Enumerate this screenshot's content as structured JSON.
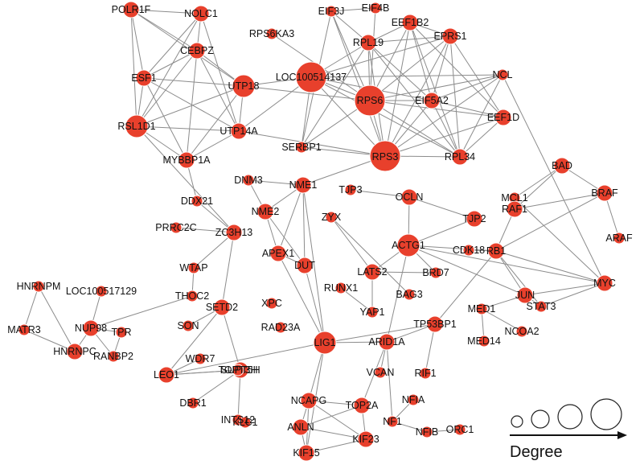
{
  "legend": {
    "label": "Degree"
  },
  "nodes": [
    {
      "id": "POLR1F",
      "label": "POLR1F",
      "deg": 2
    },
    {
      "id": "NOLC1",
      "label": "NOLC1",
      "deg": 2
    },
    {
      "id": "CEBPZ",
      "label": "CEBPZ",
      "deg": 2
    },
    {
      "id": "ESF1",
      "label": "ESF1",
      "deg": 2
    },
    {
      "id": "UTP18",
      "label": "UTP18",
      "deg": 3
    },
    {
      "id": "RSL1D1",
      "label": "RSL1D1",
      "deg": 3
    },
    {
      "id": "UTP14A",
      "label": "UTP14A",
      "deg": 2
    },
    {
      "id": "MYBBP1A",
      "label": "MYBBP1A",
      "deg": 2
    },
    {
      "id": "RPS6KA3",
      "label": "RPS6KA3",
      "deg": 1
    },
    {
      "id": "LOC100514137",
      "label": "LOC100514137",
      "deg": 4
    },
    {
      "id": "EIF3J",
      "label": "EIF3J",
      "deg": 1
    },
    {
      "id": "EIF4B",
      "label": "EIF4B",
      "deg": 1
    },
    {
      "id": "EEF1B2",
      "label": "EEF1B2",
      "deg": 2
    },
    {
      "id": "EPRS1",
      "label": "EPRS1",
      "deg": 2
    },
    {
      "id": "RPL19",
      "label": "RPL19",
      "deg": 2
    },
    {
      "id": "RPS6",
      "label": "RPS6",
      "deg": 4
    },
    {
      "id": "EIF5A2",
      "label": "EIF5A2",
      "deg": 2
    },
    {
      "id": "NCL",
      "label": "NCL",
      "deg": 1
    },
    {
      "id": "EEF1D",
      "label": "EEF1D",
      "deg": 2
    },
    {
      "id": "SERBP1",
      "label": "SERBP1",
      "deg": 1
    },
    {
      "id": "RPS3",
      "label": "RPS3",
      "deg": 4
    },
    {
      "id": "RPL34",
      "label": "RPL34",
      "deg": 2
    },
    {
      "id": "DNM3",
      "label": "DNM3",
      "deg": 1
    },
    {
      "id": "NME1",
      "label": "NME1",
      "deg": 2
    },
    {
      "id": "DDX21",
      "label": "DDX21",
      "deg": 1
    },
    {
      "id": "NME2",
      "label": "NME2",
      "deg": 2
    },
    {
      "id": "TJP3",
      "label": "TJP3",
      "deg": 1
    },
    {
      "id": "OCLN",
      "label": "OCLN",
      "deg": 2
    },
    {
      "id": "TJP2",
      "label": "TJP2",
      "deg": 2
    },
    {
      "id": "MCL1",
      "label": "MCL1",
      "deg": 1
    },
    {
      "id": "BAD",
      "label": "BAD",
      "deg": 2
    },
    {
      "id": "BRAF",
      "label": "BRAF",
      "deg": 2
    },
    {
      "id": "RAF1",
      "label": "RAF1",
      "deg": 2
    },
    {
      "id": "ARAF",
      "label": "ARAF",
      "deg": 1
    },
    {
      "id": "PRRC2C",
      "label": "PRRC2C",
      "deg": 1
    },
    {
      "id": "ZC3H13",
      "label": "ZC3H13",
      "deg": 2
    },
    {
      "id": "ZYX",
      "label": "ZYX",
      "deg": 1
    },
    {
      "id": "ACTG1",
      "label": "ACTG1",
      "deg": 3
    },
    {
      "id": "CDK18",
      "label": "CDK18",
      "deg": 1
    },
    {
      "id": "RB1",
      "label": "RB1",
      "deg": 2
    },
    {
      "id": "APEX1",
      "label": "APEX1",
      "deg": 2
    },
    {
      "id": "DUT",
      "label": "DUT",
      "deg": 2
    },
    {
      "id": "LATS2",
      "label": "LATS2",
      "deg": 2
    },
    {
      "id": "BRD7",
      "label": "BRD7",
      "deg": 1
    },
    {
      "id": "WTAP",
      "label": "WTAP",
      "deg": 1
    },
    {
      "id": "HNRNPM",
      "label": "HNRNPM",
      "deg": 1
    },
    {
      "id": "LOC100517129",
      "label": "LOC100517129",
      "deg": 1
    },
    {
      "id": "THOC2",
      "label": "THOC2",
      "deg": 1
    },
    {
      "id": "RUNX1",
      "label": "RUNX1",
      "deg": 1
    },
    {
      "id": "BAG3",
      "label": "BAG3",
      "deg": 1
    },
    {
      "id": "JUN",
      "label": "JUN",
      "deg": 2
    },
    {
      "id": "MYC",
      "label": "MYC",
      "deg": 2
    },
    {
      "id": "MATR3",
      "label": "MATR3",
      "deg": 1
    },
    {
      "id": "NUP98",
      "label": "NUP98",
      "deg": 2
    },
    {
      "id": "TPR",
      "label": "TPR",
      "deg": 1
    },
    {
      "id": "SETD2",
      "label": "SETD2",
      "deg": 2
    },
    {
      "id": "XPC",
      "label": "XPC",
      "deg": 1
    },
    {
      "id": "YAP1",
      "label": "YAP1",
      "deg": 1
    },
    {
      "id": "MED1",
      "label": "MED1",
      "deg": 1
    },
    {
      "id": "STAT3",
      "label": "STAT3",
      "deg": 1
    },
    {
      "id": "HNRNPC",
      "label": "HNRNPC",
      "deg": 2
    },
    {
      "id": "RANBP2",
      "label": "RANBP2",
      "deg": 1
    },
    {
      "id": "SON",
      "label": "SON",
      "deg": 1
    },
    {
      "id": "RAD23A",
      "label": "RAD23A",
      "deg": 1
    },
    {
      "id": "TP53BP1",
      "label": "TP53BP1",
      "deg": 2
    },
    {
      "id": "NCOA2",
      "label": "NCOA2",
      "deg": 1
    },
    {
      "id": "MED14",
      "label": "MED14",
      "deg": 1
    },
    {
      "id": "LIG1",
      "label": "LIG1",
      "deg": 3
    },
    {
      "id": "ARID1A",
      "label": "ARID1A",
      "deg": 2
    },
    {
      "id": "WDR7",
      "label": "WDR7",
      "deg": 1
    },
    {
      "id": "SUPT5H",
      "label": "SUPT5H",
      "deg": 2
    },
    {
      "id": "TOPT3H",
      "label": "TOPT3H",
      "deg": 1
    },
    {
      "id": "LEO1",
      "label": "LEO1",
      "deg": 2
    },
    {
      "id": "VCAN",
      "label": "VCAN",
      "deg": 1
    },
    {
      "id": "RIF1",
      "label": "RIF1",
      "deg": 1
    },
    {
      "id": "DBR1",
      "label": "DBR1",
      "deg": 1
    },
    {
      "id": "NCAPG",
      "label": "NCAPG",
      "deg": 2
    },
    {
      "id": "TOP2A",
      "label": "TOP2A",
      "deg": 2
    },
    {
      "id": "NFIA",
      "label": "NFIA",
      "deg": 1
    },
    {
      "id": "INTS12",
      "label": "INTS12",
      "deg": 1
    },
    {
      "id": "KLC1",
      "label": "KLC1",
      "deg": 1
    },
    {
      "id": "ANLN",
      "label": "ANLN",
      "deg": 2
    },
    {
      "id": "NF1",
      "label": "NF1",
      "deg": 1
    },
    {
      "id": "ORC1",
      "label": "ORC1",
      "deg": 1
    },
    {
      "id": "KIF23",
      "label": "KIF23",
      "deg": 2
    },
    {
      "id": "NFIB",
      "label": "NFIB",
      "deg": 1
    },
    {
      "id": "KIF15",
      "label": "KIF15",
      "deg": 2
    }
  ],
  "edges": [
    [
      "POLR1F",
      "NOLC1"
    ],
    [
      "POLR1F",
      "RSL1D1"
    ],
    [
      "POLR1F",
      "UTP18"
    ],
    [
      "POLR1F",
      "ESF1"
    ],
    [
      "POLR1F",
      "CEBPZ"
    ],
    [
      "NOLC1",
      "RSL1D1"
    ],
    [
      "NOLC1",
      "UTP14A"
    ],
    [
      "NOLC1",
      "ESF1"
    ],
    [
      "NOLC1",
      "CEBPZ"
    ],
    [
      "CEBPZ",
      "ESF1"
    ],
    [
      "CEBPZ",
      "UTP18"
    ],
    [
      "CEBPZ",
      "RSL1D1"
    ],
    [
      "CEBPZ",
      "UTP14A"
    ],
    [
      "CEBPZ",
      "MYBBP1A"
    ],
    [
      "ESF1",
      "UTP18"
    ],
    [
      "ESF1",
      "RSL1D1"
    ],
    [
      "ESF1",
      "UTP14A"
    ],
    [
      "ESF1",
      "MYBBP1A"
    ],
    [
      "UTP18",
      "RSL1D1"
    ],
    [
      "UTP18",
      "UTP14A"
    ],
    [
      "UTP18",
      "MYBBP1A"
    ],
    [
      "UTP18",
      "RPS6"
    ],
    [
      "UTP18",
      "LOC100514137"
    ],
    [
      "RSL1D1",
      "UTP14A"
    ],
    [
      "RSL1D1",
      "MYBBP1A"
    ],
    [
      "UTP14A",
      "MYBBP1A"
    ],
    [
      "UTP14A",
      "LOC100514137"
    ],
    [
      "UTP14A",
      "RPS3"
    ],
    [
      "MYBBP1A",
      "DDX21"
    ],
    [
      "DDX21",
      "ZC3H13"
    ],
    [
      "RSL1D1",
      "ZC3H13"
    ],
    [
      "RPS6KA3",
      "RPS6"
    ],
    [
      "LOC100514137",
      "RPS6"
    ],
    [
      "LOC100514137",
      "RPS3"
    ],
    [
      "LOC100514137",
      "RPL19"
    ],
    [
      "LOC100514137",
      "SERBP1"
    ],
    [
      "LOC100514137",
      "RPL34"
    ],
    [
      "LOC100514137",
      "EIF5A2"
    ],
    [
      "LOC100514137",
      "EPRS1"
    ],
    [
      "LOC100514137",
      "NCL"
    ],
    [
      "EIF3J",
      "EIF4B"
    ],
    [
      "EIF3J",
      "RPS6"
    ],
    [
      "EIF3J",
      "RPS3"
    ],
    [
      "EIF3J",
      "RPL19"
    ],
    [
      "EIF3J",
      "SERBP1"
    ],
    [
      "EIF4B",
      "RPS6"
    ],
    [
      "EEF1B2",
      "EPRS1"
    ],
    [
      "EEF1B2",
      "RPL19"
    ],
    [
      "EEF1B2",
      "RPS6"
    ],
    [
      "EEF1B2",
      "RPS3"
    ],
    [
      "EEF1B2",
      "EIF5A2"
    ],
    [
      "EEF1B2",
      "RPL34"
    ],
    [
      "EEF1B2",
      "EEF1D"
    ],
    [
      "EPRS1",
      "RPL19"
    ],
    [
      "EPRS1",
      "RPS6"
    ],
    [
      "EPRS1",
      "RPS3"
    ],
    [
      "EPRS1",
      "EIF5A2"
    ],
    [
      "EPRS1",
      "EEF1D"
    ],
    [
      "EPRS1",
      "RPL34"
    ],
    [
      "RPL19",
      "RPS6"
    ],
    [
      "RPL19",
      "RPS3"
    ],
    [
      "RPL19",
      "RPL34"
    ],
    [
      "RPL19",
      "EIF5A2"
    ],
    [
      "RPL19",
      "SERBP1"
    ],
    [
      "RPS6",
      "RPS3"
    ],
    [
      "RPS6",
      "RPL34"
    ],
    [
      "RPS6",
      "EIF5A2"
    ],
    [
      "RPS6",
      "NCL"
    ],
    [
      "RPS6",
      "SERBP1"
    ],
    [
      "RPS6",
      "EEF1D"
    ],
    [
      "EIF5A2",
      "RPS3"
    ],
    [
      "EIF5A2",
      "RPL34"
    ],
    [
      "EIF5A2",
      "NCL"
    ],
    [
      "EIF5A2",
      "EEF1D"
    ],
    [
      "NCL",
      "RPS3"
    ],
    [
      "NCL",
      "RPL34"
    ],
    [
      "NCL",
      "MYC"
    ],
    [
      "EEF1D",
      "RPL34"
    ],
    [
      "EEF1D",
      "RPS3"
    ],
    [
      "SERBP1",
      "RPS3"
    ],
    [
      "RPS3",
      "RPL34"
    ],
    [
      "RPS3",
      "NME1"
    ],
    [
      "DNM3",
      "NME1"
    ],
    [
      "DNM3",
      "NME2"
    ],
    [
      "NME1",
      "NME2"
    ],
    [
      "NME1",
      "APEX1"
    ],
    [
      "NME1",
      "DUT"
    ],
    [
      "NME1",
      "LIG1"
    ],
    [
      "NME2",
      "APEX1"
    ],
    [
      "NME2",
      "DUT"
    ],
    [
      "APEX1",
      "DUT"
    ],
    [
      "APEX1",
      "LIG1"
    ],
    [
      "TJP3",
      "OCLN"
    ],
    [
      "OCLN",
      "TJP2"
    ],
    [
      "OCLN",
      "ACTG1"
    ],
    [
      "TJP2",
      "ACTG1"
    ],
    [
      "MCL1",
      "BAD"
    ],
    [
      "MCL1",
      "MYC"
    ],
    [
      "BAD",
      "BRAF"
    ],
    [
      "BAD",
      "RAF1"
    ],
    [
      "BRAF",
      "RAF1"
    ],
    [
      "BRAF",
      "ARAF"
    ],
    [
      "BRAF",
      "RB1"
    ],
    [
      "RAF1",
      "RB1"
    ],
    [
      "ZYX",
      "LATS2"
    ],
    [
      "ZYX",
      "BAG3"
    ],
    [
      "ACTG1",
      "LATS2"
    ],
    [
      "ACTG1",
      "BRD7"
    ],
    [
      "ACTG1",
      "RB1"
    ],
    [
      "ACTG1",
      "JUN"
    ],
    [
      "ACTG1",
      "MYC"
    ],
    [
      "ACTG1",
      "ARID1A"
    ],
    [
      "CDK18",
      "RB1"
    ],
    [
      "RB1",
      "JUN"
    ],
    [
      "RB1",
      "MYC"
    ],
    [
      "RB1",
      "STAT3"
    ],
    [
      "LATS2",
      "YAP1"
    ],
    [
      "LATS2",
      "BRD7"
    ],
    [
      "RUNX1",
      "YAP1"
    ],
    [
      "JUN",
      "MYC"
    ],
    [
      "JUN",
      "STAT3"
    ],
    [
      "JUN",
      "MED1"
    ],
    [
      "MYC",
      "STAT3"
    ],
    [
      "MED1",
      "MED14"
    ],
    [
      "MED1",
      "NCOA2"
    ],
    [
      "PRRC2C",
      "ZC3H13"
    ],
    [
      "ZC3H13",
      "WTAP"
    ],
    [
      "ZC3H13",
      "SETD2"
    ],
    [
      "WTAP",
      "THOC2"
    ],
    [
      "THOC2",
      "NUP98"
    ],
    [
      "HNRNPM",
      "HNRNPC"
    ],
    [
      "HNRNPM",
      "MATR3"
    ],
    [
      "LOC100517129",
      "NUP98"
    ],
    [
      "MATR3",
      "HNRNPC"
    ],
    [
      "NUP98",
      "TPR"
    ],
    [
      "NUP98",
      "HNRNPC"
    ],
    [
      "NUP98",
      "RANBP2"
    ],
    [
      "TPR",
      "RANBP2"
    ],
    [
      "SETD2",
      "LEO1"
    ],
    [
      "SETD2",
      "SUPT5H"
    ],
    [
      "SETD2",
      "SON"
    ],
    [
      "LEO1",
      "SUPT5H"
    ],
    [
      "LEO1",
      "WDR7"
    ],
    [
      "LEO1",
      "TOPT3H"
    ],
    [
      "LEO1",
      "LIG1"
    ],
    [
      "SUPT5H",
      "DBR1"
    ],
    [
      "SUPT5H",
      "INTS12"
    ],
    [
      "SUPT5H",
      "TOPT3H"
    ],
    [
      "LIG1",
      "TP53BP1"
    ],
    [
      "LIG1",
      "NCAPG"
    ],
    [
      "LIG1",
      "KIF15"
    ],
    [
      "LIG1",
      "DUT"
    ],
    [
      "LIG1",
      "ARID1A"
    ],
    [
      "TP53BP1",
      "RIF1"
    ],
    [
      "TP53BP1",
      "RB1"
    ],
    [
      "TP53BP1",
      "ARID1A"
    ],
    [
      "ARID1A",
      "VCAN"
    ],
    [
      "ARID1A",
      "TOP2A"
    ],
    [
      "ARID1A",
      "NF1"
    ],
    [
      "NCAPG",
      "TOP2A"
    ],
    [
      "NCAPG",
      "KIF23"
    ],
    [
      "NCAPG",
      "ANLN"
    ],
    [
      "NCAPG",
      "KIF15"
    ],
    [
      "TOP2A",
      "KIF23"
    ],
    [
      "TOP2A",
      "ANLN"
    ],
    [
      "ANLN",
      "KIF23"
    ],
    [
      "ANLN",
      "KIF15"
    ],
    [
      "KIF23",
      "KIF15"
    ],
    [
      "NF1",
      "NFIA"
    ],
    [
      "NF1",
      "NFIB"
    ],
    [
      "NFIB",
      "ORC1"
    ]
  ]
}
